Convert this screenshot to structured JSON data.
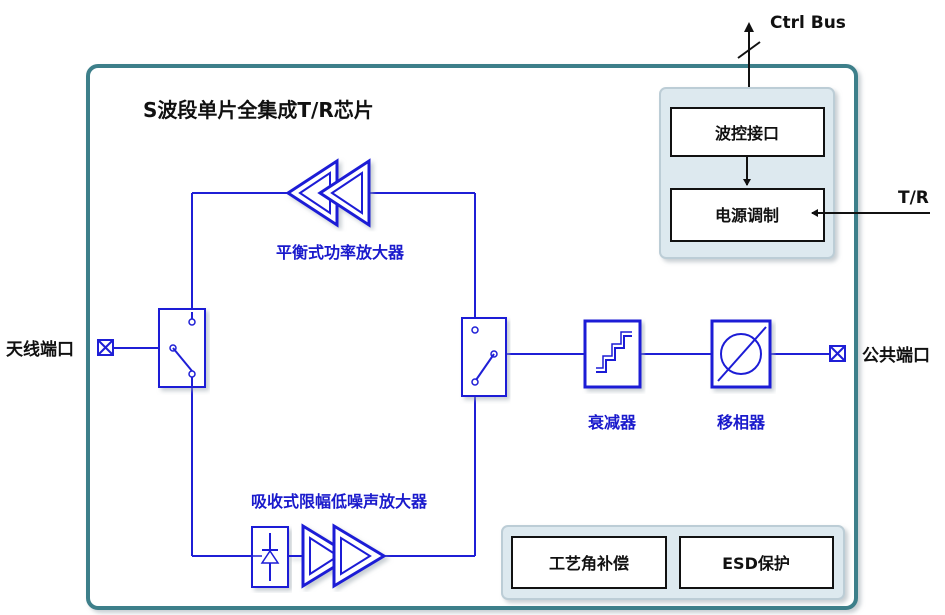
{
  "chip_title": "S波段单片全集成T/R芯片",
  "ctrl_bus_label": "Ctrl Bus",
  "tr_label": "T/R",
  "wave_control_label": "波控接口",
  "power_modulation_label": "电源调制",
  "power_amplifier_label": "平衡式功率放大器",
  "lna_label": "吸收式限幅低噪声放大器",
  "attenuator_label": "衰减器",
  "phase_shifter_label": "移相器",
  "antenna_port_label": "天线端口",
  "common_port_label": "公共端口",
  "process_comp_label": "工艺角补偿",
  "esd_label": "ESD保护",
  "colors": {
    "signal_blue": "#1f1fd6",
    "label_blue": "#1a1acc",
    "chip_border": "#3e7f8a",
    "panel_fill": "#dde9ef",
    "panel_border": "#bccdd6",
    "black": "#111111"
  }
}
